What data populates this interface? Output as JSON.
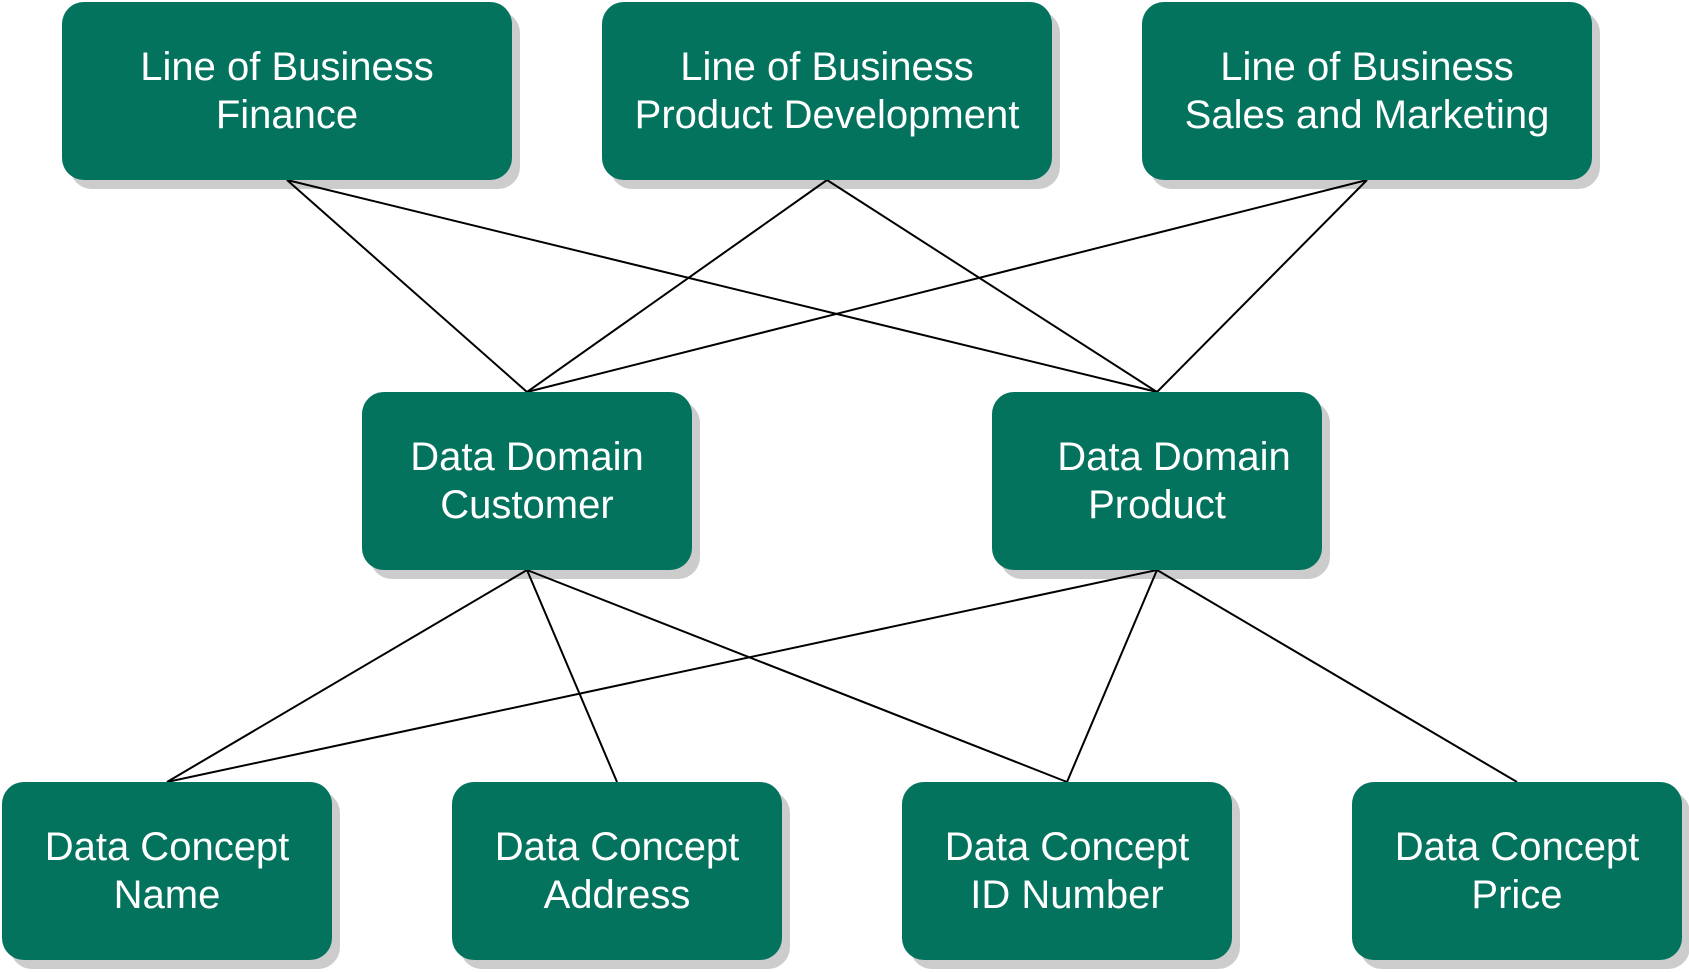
{
  "colors": {
    "node_fill": "#04735e",
    "node_text": "#ffffff",
    "connector": "#000000"
  },
  "nodes": {
    "lob_finance": {
      "line1": "Line of Business",
      "line2": "Finance"
    },
    "lob_product": {
      "line1": "Line of Business",
      "line2": "Product Development"
    },
    "lob_sales": {
      "line1": "Line of Business",
      "line2": "Sales and Marketing"
    },
    "dd_customer": {
      "line1": "Data Domain",
      "line2": "Customer"
    },
    "dd_product": {
      "line1": "Data Domain",
      "line2": "Product"
    },
    "dc_name": {
      "line1": "Data Concept",
      "line2": "Name"
    },
    "dc_address": {
      "line1": "Data Concept",
      "line2": "Address"
    },
    "dc_id": {
      "line1": "Data Concept",
      "line2": "ID Number"
    },
    "dc_price": {
      "line1": "Data Concept",
      "line2": "Price"
    }
  },
  "edges": [
    {
      "from": "lob_finance",
      "to": "dd_customer"
    },
    {
      "from": "lob_finance",
      "to": "dd_product"
    },
    {
      "from": "lob_product",
      "to": "dd_customer"
    },
    {
      "from": "lob_product",
      "to": "dd_product"
    },
    {
      "from": "lob_sales",
      "to": "dd_customer"
    },
    {
      "from": "lob_sales",
      "to": "dd_product"
    },
    {
      "from": "dd_customer",
      "to": "dc_name"
    },
    {
      "from": "dd_customer",
      "to": "dc_address"
    },
    {
      "from": "dd_customer",
      "to": "dc_id"
    },
    {
      "from": "dd_product",
      "to": "dc_name"
    },
    {
      "from": "dd_product",
      "to": "dc_id"
    },
    {
      "from": "dd_product",
      "to": "dc_price"
    }
  ]
}
